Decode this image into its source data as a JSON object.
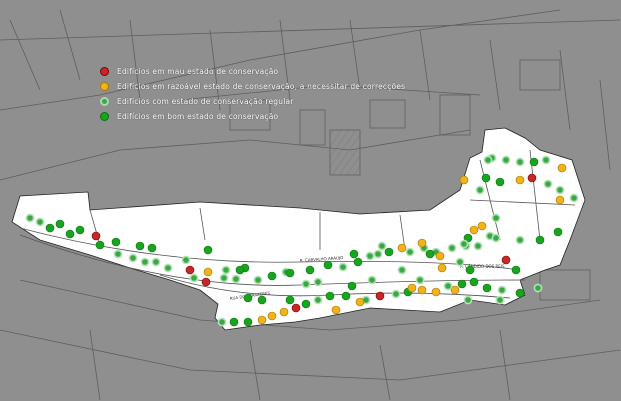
{
  "legend": {
    "items": [
      {
        "key": "bad",
        "label": "Edifícios em mau estado de conservação",
        "color": "#c62828"
      },
      {
        "key": "reasonable",
        "label": "Edifícios em razoável estado de conservação, a necessitar de correcções",
        "color": "#f2b21a"
      },
      {
        "key": "regular",
        "label": "Edifícios com estado de conservação regular",
        "color": "#39a845"
      },
      {
        "key": "good",
        "label": "Edifícios em bom estado de conservação",
        "color": "#17a51f"
      }
    ]
  },
  "street_labels": [
    "RUA DOS PRAZERES",
    "R. CARVALHO ARAÚJO",
    "R. CÂNDIDO DOS REIS"
  ],
  "building_markers": [
    {
      "status": "good",
      "i": 0
    },
    {
      "status": "good",
      "i": 1
    },
    {
      "status": "good",
      "i": 2
    },
    {
      "status": "regular",
      "i": 3
    },
    {
      "status": "regular",
      "i": 4
    },
    {
      "status": "regular",
      "i": 5
    },
    {
      "status": "regular",
      "i": 6
    },
    {
      "status": "regular",
      "i": 7
    },
    {
      "status": "bad",
      "i": 8
    },
    {
      "status": "reasonable",
      "i": 9
    },
    {
      "status": "regular",
      "i": 10
    },
    {
      "status": "regular",
      "i": 11
    },
    {
      "status": "good",
      "i": 12
    },
    {
      "status": "regular",
      "i": 13
    },
    {
      "status": "good",
      "i": 14
    },
    {
      "status": "regular",
      "i": 15
    },
    {
      "status": "good",
      "i": 16
    },
    {
      "status": "good",
      "i": 17
    },
    {
      "status": "good",
      "i": 18
    },
    {
      "status": "regular",
      "i": 19
    },
    {
      "status": "good",
      "i": 20
    },
    {
      "status": "regular",
      "i": 21
    },
    {
      "status": "regular",
      "i": 22
    },
    {
      "status": "good",
      "i": 23
    },
    {
      "status": "reasonable",
      "i": 24
    },
    {
      "status": "regular",
      "i": 25
    },
    {
      "status": "regular",
      "i": 26
    },
    {
      "status": "regular",
      "i": 27
    },
    {
      "status": "reasonable",
      "i": 28
    },
    {
      "status": "regular",
      "i": 29
    },
    {
      "status": "regular",
      "i": 30
    },
    {
      "status": "good",
      "i": 31
    },
    {
      "status": "regular",
      "i": 32
    },
    {
      "status": "reasonable",
      "i": 33
    },
    {
      "status": "regular",
      "i": 34
    },
    {
      "status": "regular",
      "i": 35
    },
    {
      "status": "regular",
      "i": 36
    },
    {
      "status": "regular",
      "i": 37
    },
    {
      "status": "good",
      "i": 38
    },
    {
      "status": "good",
      "i": 39
    },
    {
      "status": "reasonable",
      "i": 40
    },
    {
      "status": "regular",
      "i": 41
    },
    {
      "status": "bad",
      "i": 42
    },
    {
      "status": "reasonable",
      "i": 43
    },
    {
      "status": "regular",
      "i": 44
    },
    {
      "status": "reasonable",
      "i": 45
    },
    {
      "status": "good",
      "i": 46
    },
    {
      "status": "good",
      "i": 47
    },
    {
      "status": "reasonable",
      "i": 48
    },
    {
      "status": "bad",
      "i": 49
    },
    {
      "status": "regular",
      "i": 50
    },
    {
      "status": "regular",
      "i": 51
    },
    {
      "status": "regular",
      "i": 52
    },
    {
      "status": "reasonable",
      "i": 53
    },
    {
      "status": "regular",
      "i": 54
    },
    {
      "status": "good",
      "i": 55
    },
    {
      "status": "regular",
      "i": 56
    },
    {
      "status": "regular",
      "i": 57
    },
    {
      "status": "regular",
      "i": 58
    },
    {
      "status": "regular",
      "i": 59
    },
    {
      "status": "reasonable",
      "i": 60
    },
    {
      "status": "good",
      "i": 61
    },
    {
      "status": "good",
      "i": 62
    },
    {
      "status": "good",
      "i": 63
    },
    {
      "status": "regular",
      "i": 64
    },
    {
      "status": "good",
      "i": 65
    },
    {
      "status": "regular",
      "i": 66
    },
    {
      "status": "regular",
      "i": 67
    },
    {
      "status": "reasonable",
      "i": 68
    },
    {
      "status": "reasonable",
      "i": 69
    },
    {
      "status": "good",
      "i": 70
    },
    {
      "status": "regular",
      "i": 71
    },
    {
      "status": "bad",
      "i": 72
    },
    {
      "status": "regular",
      "i": 73
    },
    {
      "status": "reasonable",
      "i": 74
    },
    {
      "status": "good",
      "i": 75
    },
    {
      "status": "good",
      "i": 76
    },
    {
      "status": "regular",
      "i": 77
    },
    {
      "status": "good",
      "i": 78
    },
    {
      "status": "bad",
      "i": 79
    },
    {
      "status": "reasonable",
      "i": 80
    },
    {
      "status": "reasonable",
      "i": 81
    },
    {
      "status": "reasonable",
      "i": 82
    },
    {
      "status": "good",
      "i": 83
    },
    {
      "status": "good",
      "i": 84
    },
    {
      "status": "regular",
      "i": 85
    },
    {
      "status": "regular",
      "i": 86
    },
    {
      "status": "regular",
      "i": 87
    },
    {
      "status": "bad",
      "i": 88
    },
    {
      "status": "regular",
      "i": 89
    },
    {
      "status": "regular",
      "i": 90
    },
    {
      "status": "good",
      "i": 91
    },
    {
      "status": "good",
      "i": 92
    },
    {
      "status": "regular",
      "i": 93
    },
    {
      "status": "regular",
      "i": 94
    },
    {
      "status": "reasonable",
      "i": 95
    },
    {
      "status": "good",
      "i": 96
    },
    {
      "status": "reasonable",
      "i": 97
    },
    {
      "status": "good",
      "i": 98
    },
    {
      "status": "good",
      "i": 99
    },
    {
      "status": "reasonable",
      "i": 100
    },
    {
      "status": "regular",
      "i": 101
    },
    {
      "status": "good",
      "i": 102
    },
    {
      "status": "reasonable",
      "i": 103
    },
    {
      "status": "regular",
      "i": 104
    },
    {
      "status": "regular",
      "i": 105
    },
    {
      "status": "regular",
      "i": 106
    },
    {
      "status": "regular",
      "i": 107
    },
    {
      "status": "good",
      "i": 108
    },
    {
      "status": "good",
      "i": 109
    },
    {
      "status": "regular",
      "i": 110
    },
    {
      "status": "good",
      "i": 111
    },
    {
      "status": "good",
      "i": 112
    },
    {
      "status": "good",
      "i": 113
    },
    {
      "status": "good",
      "i": 114
    },
    {
      "status": "bad",
      "i": 115
    },
    {
      "status": "good",
      "i": 116
    },
    {
      "status": "good",
      "i": 117
    },
    {
      "status": "regular",
      "i": 118
    },
    {
      "status": "regular",
      "i": 119
    },
    {
      "status": "good",
      "i": 120
    }
  ]
}
